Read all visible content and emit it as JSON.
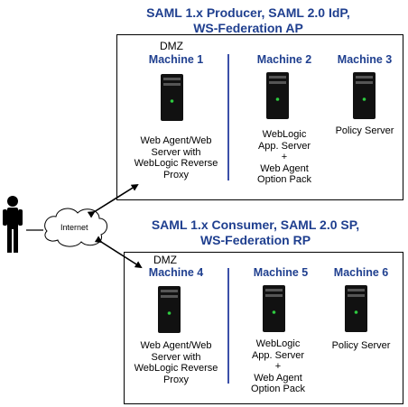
{
  "top": {
    "title_line1": "SAML 1.x Producer, SAML 2.0 IdP,",
    "title_line2": "WS-Federation AP",
    "dmz": "DMZ",
    "machines": [
      {
        "name": "Machine 1",
        "desc": [
          "Web Agent/Web",
          "Server with",
          "WebLogic Reverse",
          "Proxy"
        ]
      },
      {
        "name": "Machine 2",
        "desc": [
          "WebLogic",
          "App. Server",
          "+",
          "Web Agent",
          "Option Pack"
        ]
      },
      {
        "name": "Machine 3",
        "desc": [
          "Policy Server"
        ]
      }
    ]
  },
  "bottom": {
    "title_line1": "SAML 1.x Consumer, SAML 2.0 SP,",
    "title_line2": "WS-Federation RP",
    "dmz": "DMZ",
    "machines": [
      {
        "name": "Machine 4",
        "desc": [
          "Web Agent/Web",
          "Server with",
          "WebLogic Reverse",
          "Proxy"
        ]
      },
      {
        "name": "Machine 5",
        "desc": [
          "WebLogic",
          "App. Server",
          "+",
          "Web Agent",
          "Option Pack"
        ]
      },
      {
        "name": "Machine 6",
        "desc": [
          "Policy Server"
        ]
      }
    ]
  },
  "internet_label": "Internet",
  "icons": {
    "server": "server-tower-icon",
    "user": "user-icon",
    "cloud": "internet-cloud-icon"
  },
  "colors": {
    "title": "#1f3f8f",
    "divider": "#3b4fa8",
    "server": "#111111",
    "led": "#2ecc40"
  }
}
